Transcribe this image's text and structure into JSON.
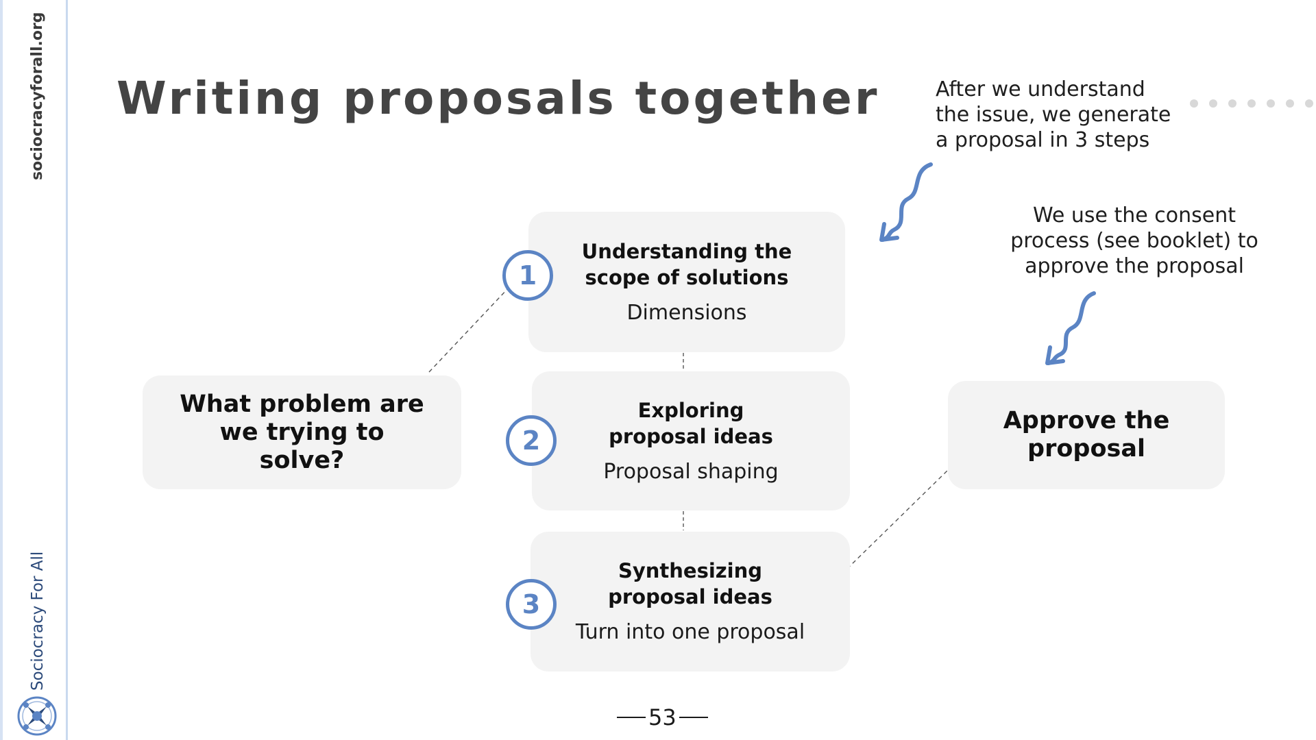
{
  "sidebar": {
    "url_text": "sociocracyforall.org",
    "org_name": "Sociocracy For All",
    "logo_icon": "sociocracy-for-all-logo"
  },
  "title": "Writing proposals together",
  "notes": {
    "top": "After we understand the issue, we generate a proposal in 3 steps",
    "right": "We use the consent process (see booklet) to approve the proposal"
  },
  "boxes": {
    "problem": {
      "heading": "What problem are we trying to solve?"
    },
    "steps": [
      {
        "number": "1",
        "heading": "Understanding the scope of solutions",
        "sub": "Dimensions"
      },
      {
        "number": "2",
        "heading": "Exploring proposal ideas",
        "sub": "Proposal shaping"
      },
      {
        "number": "3",
        "heading": "Synthesizing proposal ideas",
        "sub": "Turn into one proposal"
      }
    ],
    "approve": {
      "heading": "Approve the proposal"
    }
  },
  "page_number": "53",
  "colors": {
    "accent": "#5b84c4",
    "box_fill": "#f3f3f3",
    "title": "#444444",
    "sidebar_border": "#c9d9ef"
  }
}
